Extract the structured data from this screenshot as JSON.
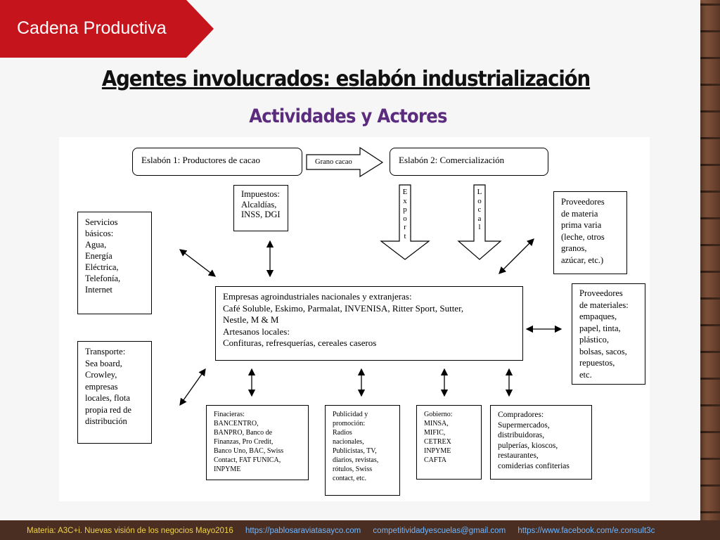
{
  "tag": {
    "label": "Cadena Productiva",
    "color": "#c5141b"
  },
  "title": "Agentes involucrados: eslabón industrialización",
  "subtitle": "Actividades y Actores",
  "diagram": {
    "eslabon1": "Eslabón 1: Productores de cacao",
    "grano": "Grano cacao",
    "eslabon2": "Eslabón 2: Comercialización",
    "export_letters": [
      "E",
      "x",
      "p",
      "o",
      "r",
      "t"
    ],
    "local_letters": [
      "L",
      "o",
      "c",
      "a",
      "l"
    ],
    "impuestos": [
      "Impuestos:",
      "Alcaldías,",
      "INSS, DGI"
    ],
    "servicios": [
      "Servicios",
      "básicos:",
      "Agua,",
      "Energía",
      "Eléctrica,",
      "Telefonía,",
      "Internet"
    ],
    "proveedores_materia": [
      "Proveedores",
      "de materia",
      "prima varia",
      "(leche, otros",
      "granos,",
      "azúcar, etc.)"
    ],
    "empresas": [
      "Empresas agroindustriales nacionales y extranjeras:",
      "Café  Soluble,  Eskimo,  Parmalat,  INVENISA,  Ritter  Sport,  Sutter,",
      "Nestle, M & M",
      "Artesanos locales:",
      "Confituras, refresquerías, cereales caseros"
    ],
    "proveedores_materiales": [
      "Proveedores",
      "de materiales:",
      "empaques,",
      "papel, tinta,",
      "plástico,",
      "bolsas, sacos,",
      "repuestos,",
      "etc."
    ],
    "transporte": [
      "Transporte:",
      "Sea board,",
      "Crowley,",
      "empresas",
      "locales, flota",
      "propia red de",
      "distribución"
    ],
    "financieras": [
      "Finacieras:",
      "BANCENTRO,",
      "BANPRO, Banco de",
      "Finanzas, Pro Credit,",
      "Banco Uno, BAC, Swiss",
      "Contact, FAT FUNICA,",
      "INPYME"
    ],
    "publicidad": [
      "Publicidad y",
      "promoción:",
      "Radios",
      "nacionales,",
      "Publicistas, TV,",
      "diarios, revistas,",
      "rótulos, Swiss",
      "contact,  etc."
    ],
    "gobierno": [
      "Gobierno:",
      "MINSA,",
      "MIFIC,",
      "CETREX",
      "INPYME",
      "CAFTA"
    ],
    "compradores": [
      "Compradores:",
      "Supermercados,",
      "distribuidoras,",
      "pulperías, kioscos,",
      "restaurantes,",
      "comiderias confiterias"
    ]
  },
  "footer": {
    "course": "Materia: A3C+i. Nuevas visión de los negocios Mayo2016",
    "link1": "https://pablosaraviatasayco.com",
    "email": "competitividadyescuelas@gmail.com",
    "link2": "https://www.facebook.com/e.consult3c"
  }
}
